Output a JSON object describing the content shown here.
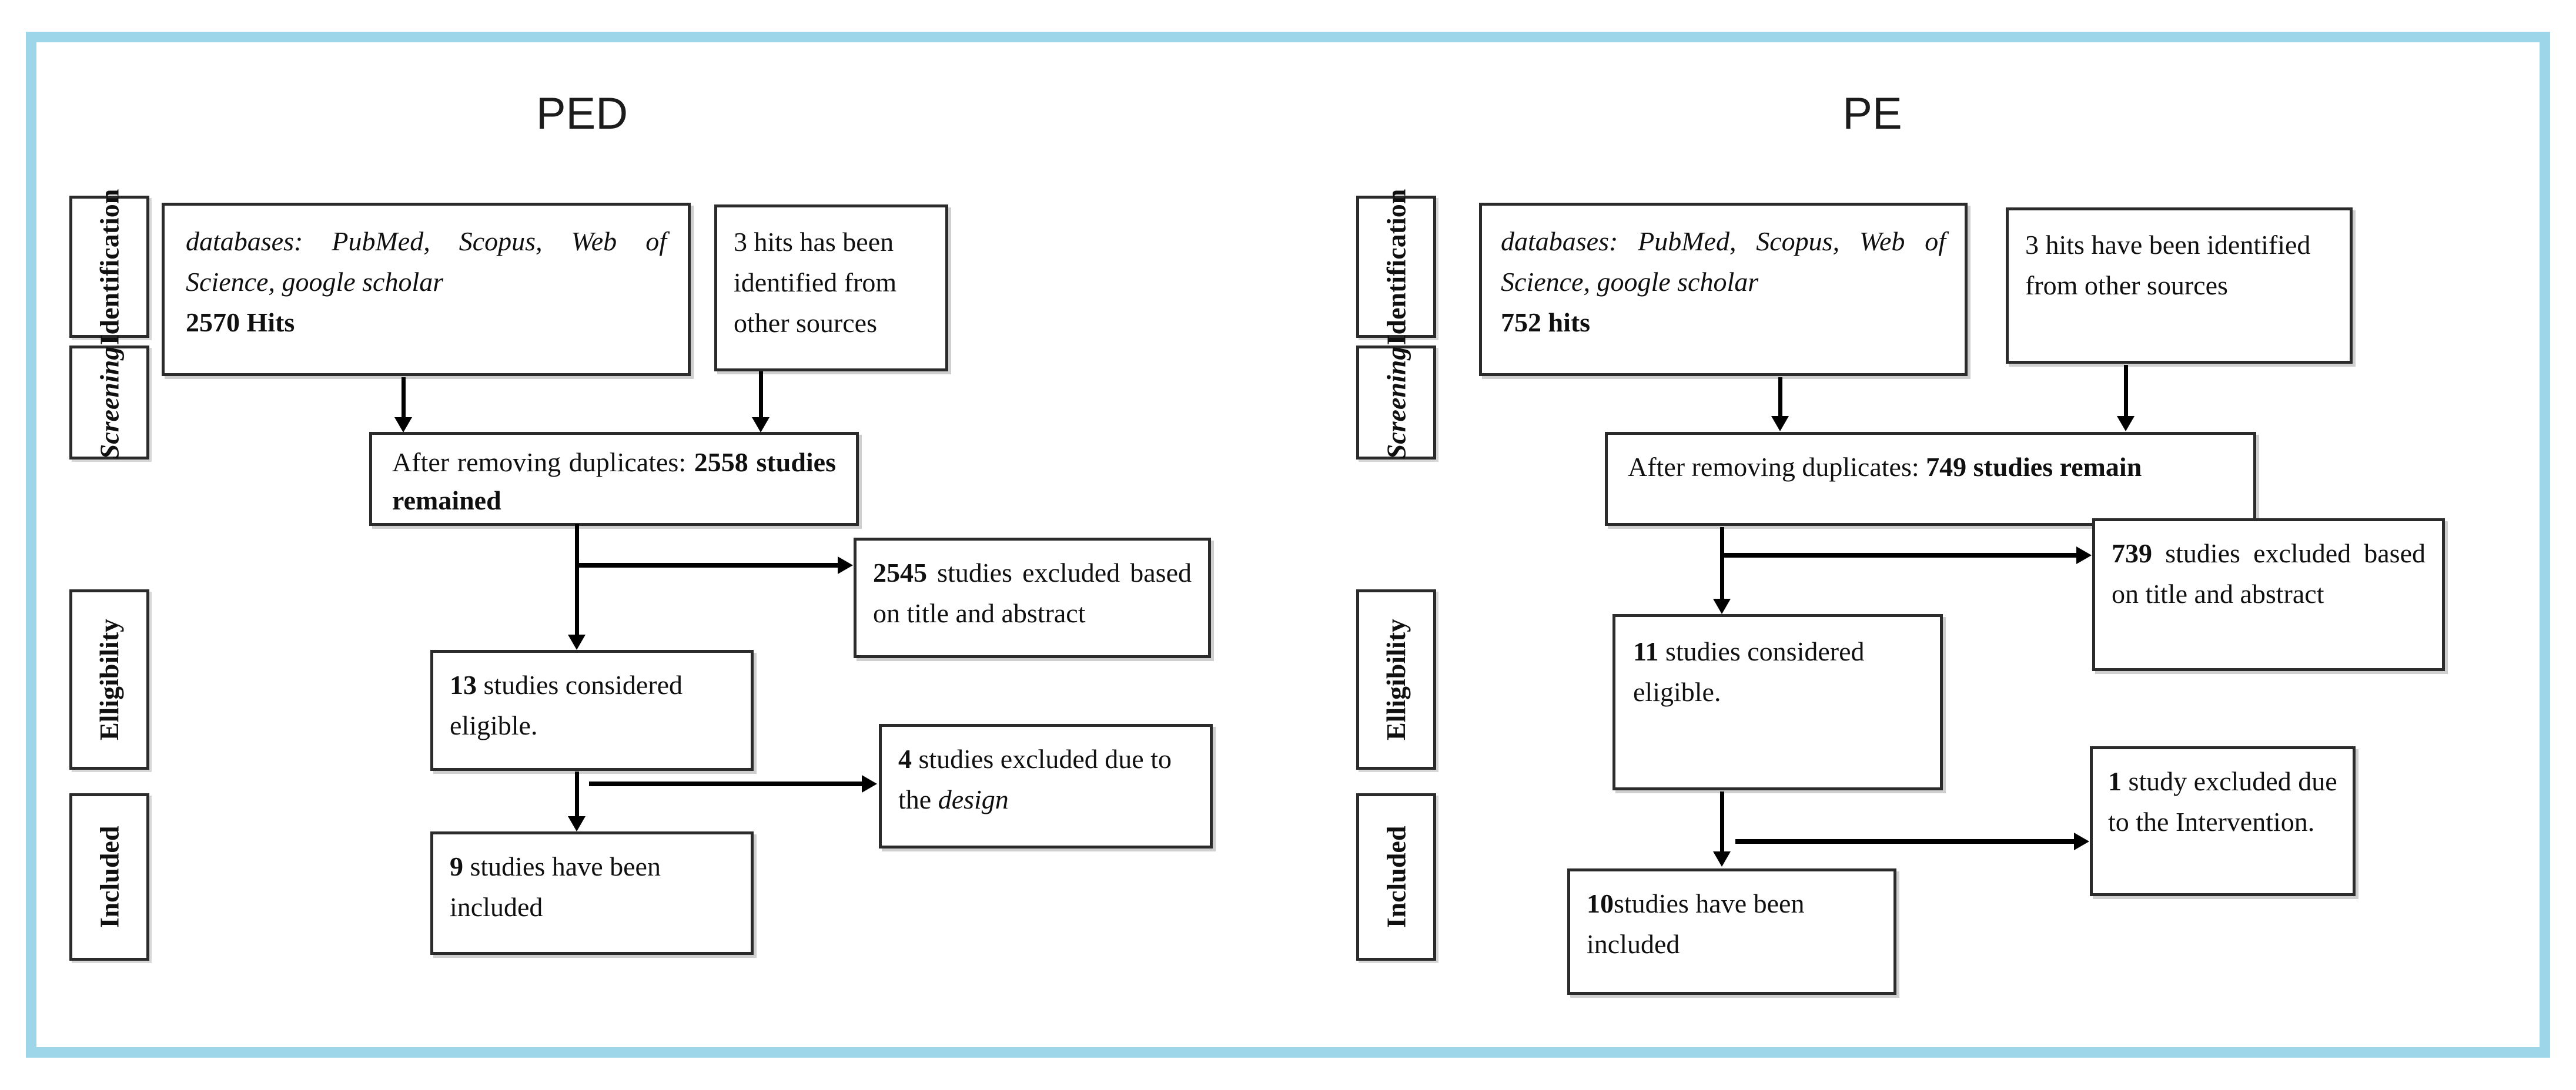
{
  "colors": {
    "frame_border": "#9dd6e8",
    "box_border": "#2b2b2b",
    "arrow": "#000000",
    "text": "#101010"
  },
  "ped": {
    "title": "PED",
    "labels": {
      "identification": "Identification",
      "screening": "Screening",
      "eligibility": "Elligibility",
      "included": "Included"
    },
    "id_box": {
      "databases": "databases: PubMed, Scopus, Web of Science, google scholar",
      "hits": "2570 Hits"
    },
    "other_box": {
      "num": "3",
      "text": " hits has been identified from other sources"
    },
    "screen_box": {
      "prefix": "After removing duplicates: ",
      "bold": "2558 studies remained"
    },
    "excl_title_box": {
      "num": "2545",
      "text": " studies excluded based on title and abstract"
    },
    "elig_box": {
      "num": "13",
      "text": " studies considered eligible."
    },
    "excl_design_box": {
      "num": "4",
      "text": " studies excluded due to the ",
      "reason_italic": "design"
    },
    "incl_box": {
      "num": "9",
      "text": " studies have been included"
    }
  },
  "pe": {
    "title": "PE",
    "labels": {
      "identification": "Identification",
      "screening": "Screening",
      "eligibility": "Elligibility",
      "included": "Included"
    },
    "id_box": {
      "databases": "databases: PubMed, Scopus, Web of Science, google scholar",
      "hits": "752 hits"
    },
    "other_box": {
      "num": "3",
      "text": " hits have been identified from other sources"
    },
    "screen_box": {
      "prefix": "After removing duplicates: ",
      "bold": "749 studies remain"
    },
    "excl_title_box": {
      "num": "739",
      "text": " studies excluded based on title and abstract"
    },
    "elig_box": {
      "num": "11",
      "text": " studies considered eligible."
    },
    "excl_intervention_box": {
      "num": "1",
      "text": " study excluded due to the Intervention."
    },
    "incl_box": {
      "num": "10",
      "text": "studies have been included"
    }
  }
}
